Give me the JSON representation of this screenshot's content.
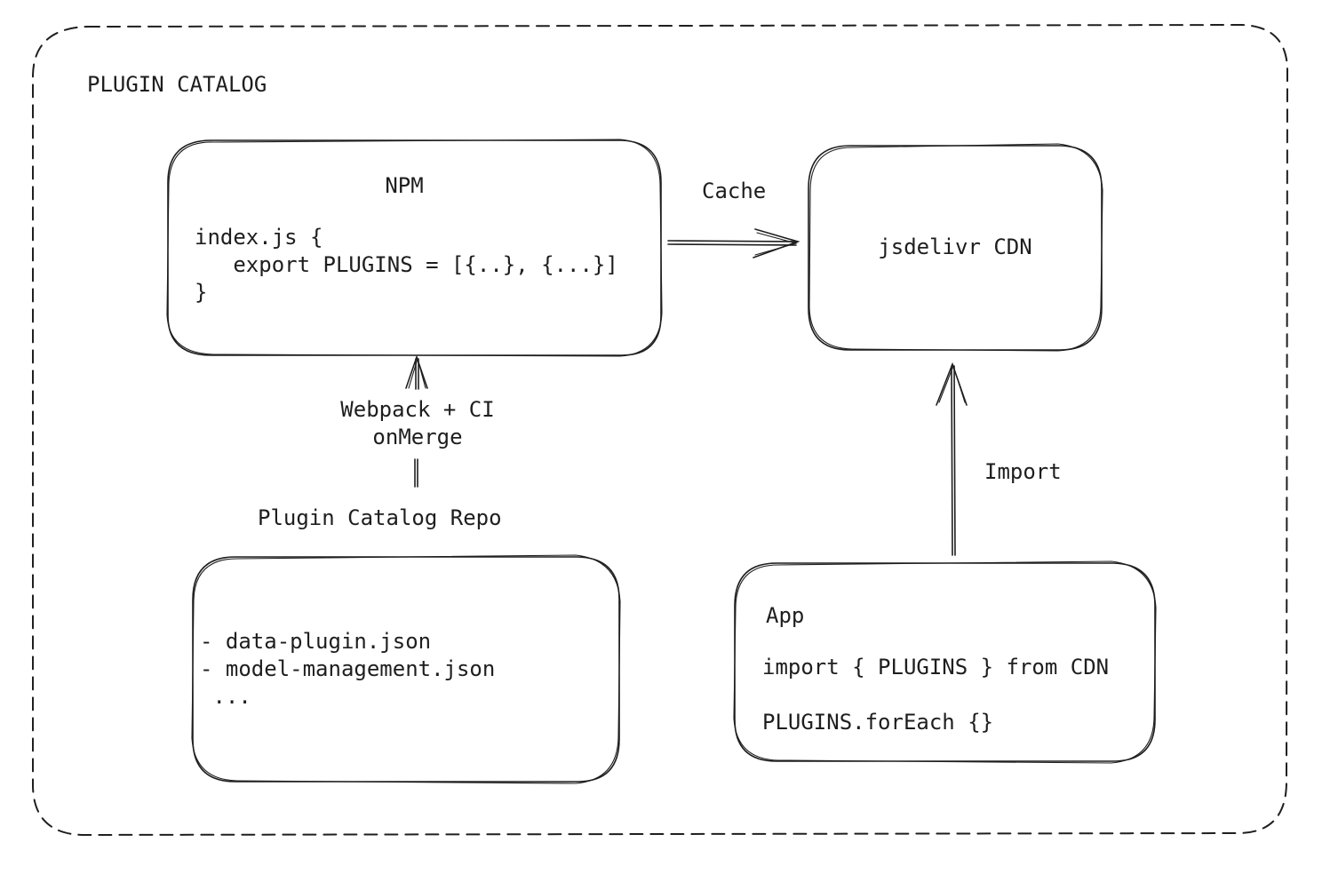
{
  "diagram": {
    "container": {
      "title": "PLUGIN CATALOG"
    },
    "nodes": {
      "npm": {
        "title": "NPM",
        "lines": [
          "index.js {",
          "   export PLUGINS = [{..}, {...}]",
          "}"
        ]
      },
      "cdn": {
        "title": "jsdelivr CDN"
      },
      "repo": {
        "title": "Plugin Catalog Repo",
        "lines": [
          "- data-plugin.json",
          "- model-management.json",
          " ..."
        ]
      },
      "app": {
        "title": "App",
        "lines": [
          "import { PLUGINS } from CDN",
          "PLUGINS.forEach {}"
        ]
      }
    },
    "edges": {
      "npm_to_cdn": {
        "label": "Cache"
      },
      "repo_to_npm": {
        "label_line1": "Webpack + CI",
        "label_line2": "onMerge"
      },
      "app_to_cdn": {
        "label": "Import"
      }
    },
    "colors": {
      "stroke": "#1e1e1e",
      "background": "#ffffff"
    }
  }
}
